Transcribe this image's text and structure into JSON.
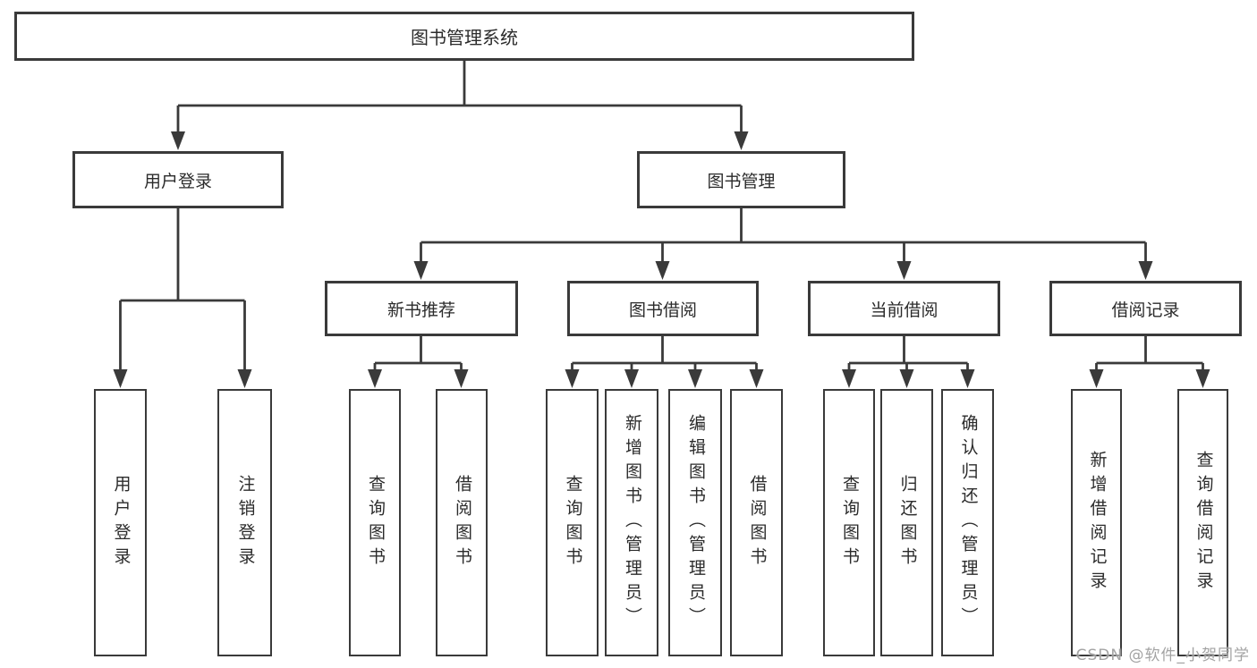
{
  "tree": {
    "root": {
      "label": "图书管理系统"
    },
    "user_login": {
      "label": "用户登录",
      "children": [
        {
          "label": "用户登录"
        },
        {
          "label": "注销登录"
        }
      ]
    },
    "book_mgmt": {
      "label": "图书管理",
      "groups": [
        {
          "label": "新书推荐",
          "children": [
            {
              "label": "查询图书"
            },
            {
              "label": "借阅图书"
            }
          ]
        },
        {
          "label": "图书借阅",
          "children": [
            {
              "label": "查询图书"
            },
            {
              "label": "新增图书（管理员）"
            },
            {
              "label": "编辑图书（管理员）"
            },
            {
              "label": "借阅图书"
            }
          ]
        },
        {
          "label": "当前借阅",
          "children": [
            {
              "label": "查询图书"
            },
            {
              "label": "归还图书"
            },
            {
              "label": "确认归还（管理员）"
            }
          ]
        },
        {
          "label": "借阅记录",
          "children": [
            {
              "label": "新增借阅记录"
            },
            {
              "label": "查询借阅记录"
            }
          ]
        }
      ]
    }
  },
  "watermark": {
    "text": "CSDN @软件_小贺同学"
  },
  "colors": {
    "line": "#3a3a3a",
    "box_border": "#3a3a3a",
    "text": "#2b2b2b",
    "watermark": "#9e9e9e",
    "background": "#ffffff"
  }
}
